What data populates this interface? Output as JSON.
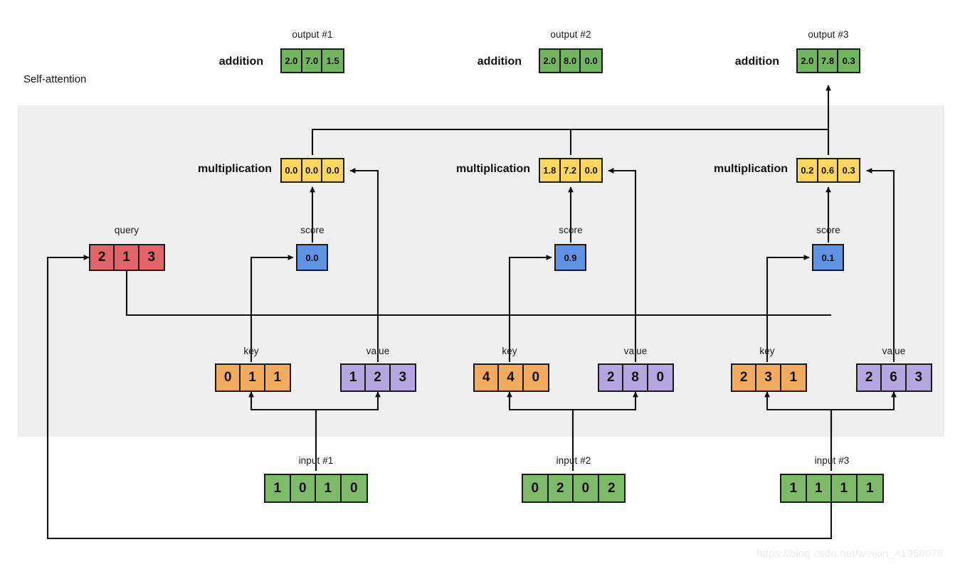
{
  "diagram": {
    "title": "Self-attention",
    "watermark": "https://blog.csdn.net/weixin_41950078",
    "band_color": "#efefef",
    "colors": {
      "input": "#7fba6a",
      "output": "#72b462",
      "query": "#e2646a",
      "key": "#f3ab5e",
      "value": "#b4a7e0",
      "score": "#5e93e6",
      "multiplication": "#ffd75e",
      "stroke": "#1a1a1a"
    },
    "row_labels": {
      "addition": "addition",
      "multiplication": "multiplication"
    },
    "captions": {
      "query": "query",
      "key": "key",
      "value": "value",
      "score": "score"
    },
    "outputs": [
      {
        "caption": "output #1",
        "values": [
          "2.0",
          "7.0",
          "1.5"
        ]
      },
      {
        "caption": "output #2",
        "values": [
          "2.0",
          "8.0",
          "0.0"
        ]
      },
      {
        "caption": "output #3",
        "values": [
          "2.0",
          "7.8",
          "0.3"
        ]
      }
    ],
    "multiplications": [
      {
        "values": [
          "0.0",
          "0.0",
          "0.0"
        ]
      },
      {
        "values": [
          "1.8",
          "7.2",
          "0.0"
        ]
      },
      {
        "values": [
          "0.2",
          "0.6",
          "0.3"
        ]
      }
    ],
    "query": {
      "values": [
        "2",
        "1",
        "3"
      ]
    },
    "scores": [
      {
        "value": "0.0"
      },
      {
        "value": "0.9"
      },
      {
        "value": "0.1"
      }
    ],
    "keys": [
      {
        "values": [
          "0",
          "1",
          "1"
        ]
      },
      {
        "values": [
          "4",
          "4",
          "0"
        ]
      },
      {
        "values": [
          "2",
          "3",
          "1"
        ]
      }
    ],
    "values_vectors": [
      {
        "values": [
          "1",
          "2",
          "3"
        ]
      },
      {
        "values": [
          "2",
          "8",
          "0"
        ]
      },
      {
        "values": [
          "2",
          "6",
          "3"
        ]
      }
    ],
    "inputs": [
      {
        "caption": "input #1",
        "values": [
          "1",
          "0",
          "1",
          "0"
        ]
      },
      {
        "caption": "input #2",
        "values": [
          "0",
          "2",
          "0",
          "2"
        ]
      },
      {
        "caption": "input #3",
        "values": [
          "1",
          "1",
          "1",
          "1"
        ]
      }
    ]
  }
}
